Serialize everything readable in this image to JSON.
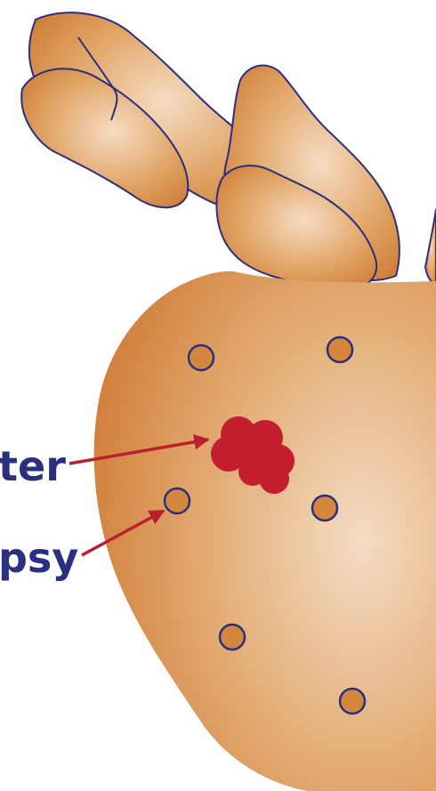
{
  "labels": {
    "cancer": "ter",
    "biopsy": "psy"
  },
  "colors": {
    "organ_light": "#f4dcc4",
    "organ_dark": "#d17f38",
    "outline": "#2b2f7f",
    "tumor": "#c41f2f",
    "arrow": "#b91f2e",
    "text": "#2b2f7f",
    "biopsy_dot_fill": "#d5883d"
  },
  "icons": {
    "tumor": "tumor-cluster",
    "biopsy_site": "circle-dot",
    "arrow": "arrow-right"
  }
}
